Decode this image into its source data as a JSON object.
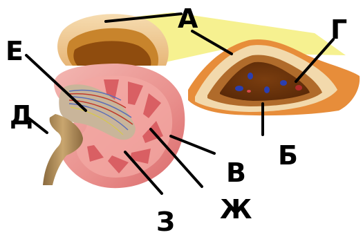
{
  "labels": {
    "a": "А",
    "b": "Б",
    "v": "В",
    "g": "Г",
    "d": "Д",
    "e": "Е",
    "zh": "Ж",
    "z": "З"
  }
}
